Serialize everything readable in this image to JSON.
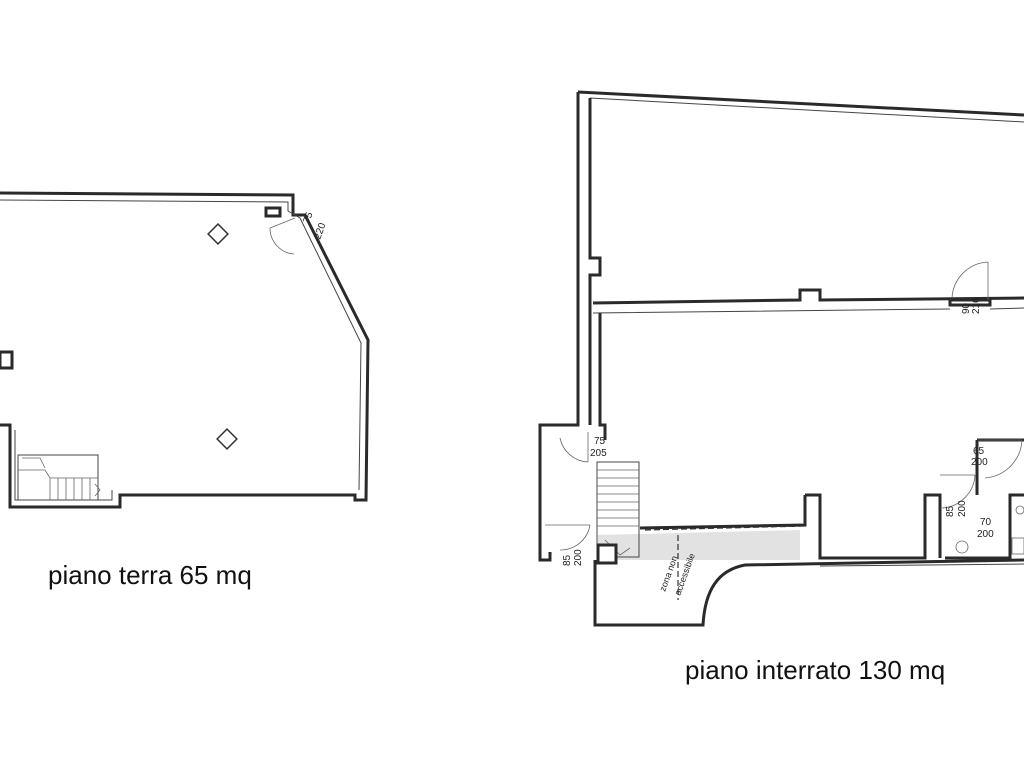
{
  "ground_floor": {
    "caption": "piano terra 65 mq",
    "door_width": "75",
    "door_height": "220"
  },
  "basement": {
    "caption": "piano interrato 130 mq",
    "doors": [
      {
        "w": "90",
        "h": "210"
      },
      {
        "w": "75",
        "h": "205"
      },
      {
        "w": "85",
        "h": "200"
      },
      {
        "w": "65",
        "h": "200"
      },
      {
        "w": "85",
        "h": "200"
      },
      {
        "w": "70",
        "h": "200"
      }
    ],
    "zone_label_line1": "zona non",
    "zone_label_line2": "accessibile"
  }
}
